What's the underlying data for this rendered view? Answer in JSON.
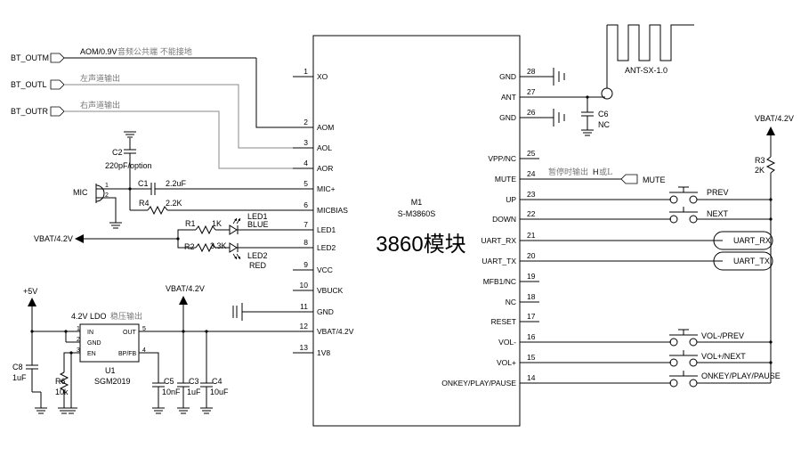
{
  "ports": {
    "bt_outm": "BT_OUTM",
    "bt_outl": "BT_OUTL",
    "bt_outr": "BT_OUTR",
    "mute": "MUTE",
    "prev": "PREV",
    "next": "NEXT",
    "uart_rx": "UART_RX",
    "uart_tx": "UART_TX",
    "vol_prev": "VOL-/PREV",
    "vol_next": "VOL+/NEXT",
    "onkey": "ONKEY/PLAY/PAUSE"
  },
  "notes": {
    "aom_prefix": "AOM/0.9V",
    "aom_desc": "音频公共端 不能接地",
    "left_out": "左声道输出",
    "right_out": "右声道输出",
    "mute_note_a": "暂停时输出",
    "mute_note_b": "H",
    "mute_note_c": "或L",
    "ldo_title": "4.2V LDO",
    "ldo_desc": "稳压输出"
  },
  "module": {
    "ref": "M1",
    "part": "S-M3860S",
    "title": "3860模块",
    "left_pins": [
      {
        "num": "1",
        "name": "XO"
      },
      {
        "num": "2",
        "name": "AOM"
      },
      {
        "num": "3",
        "name": "AOL"
      },
      {
        "num": "4",
        "name": "AOR"
      },
      {
        "num": "5",
        "name": "MIC+"
      },
      {
        "num": "6",
        "name": "MICBIAS"
      },
      {
        "num": "7",
        "name": "LED1"
      },
      {
        "num": "8",
        "name": "LED2"
      },
      {
        "num": "9",
        "name": "VCC"
      },
      {
        "num": "10",
        "name": "VBUCK"
      },
      {
        "num": "11",
        "name": "GND"
      },
      {
        "num": "12",
        "name": "VBAT/4.2V"
      },
      {
        "num": "13",
        "name": "1V8"
      }
    ],
    "right_pins": [
      {
        "num": "28",
        "name": "GND"
      },
      {
        "num": "27",
        "name": "ANT"
      },
      {
        "num": "26",
        "name": "GND"
      },
      {
        "num": "25",
        "name": "VPP/NC"
      },
      {
        "num": "24",
        "name": "MUTE"
      },
      {
        "num": "23",
        "name": "UP"
      },
      {
        "num": "22",
        "name": "DOWN"
      },
      {
        "num": "21",
        "name": "UART_RX"
      },
      {
        "num": "20",
        "name": "UART_TX"
      },
      {
        "num": "19",
        "name": "MFB1/NC"
      },
      {
        "num": "18",
        "name": "NC"
      },
      {
        "num": "17",
        "name": "RESET"
      },
      {
        "num": "16",
        "name": "VOL-"
      },
      {
        "num": "15",
        "name": "VOL+"
      },
      {
        "num": "14",
        "name": "ONKEY/PLAY/PAUSE"
      }
    ]
  },
  "components": {
    "c2_ref": "C2",
    "c2_val": "220pF/option",
    "mic_label": "MIC",
    "mic_pin1": "1",
    "mic_pin2": "2",
    "c1_ref": "C1",
    "c1_val": "2.2uF",
    "r4_ref": "R4",
    "r4_val": "2.2K",
    "r1_ref": "R1",
    "r1_val": "1K",
    "r2_ref": "R2",
    "r2_val": "3.3K",
    "led1_ref": "LED1",
    "led1_color": "BLUE",
    "led2_ref": "LED2",
    "led2_color": "RED",
    "vbat_left": "VBAT/4.2V",
    "plus5v": "+5V",
    "vbat_mid": "VBAT/4.2V",
    "vbat_right": "VBAT/4.2V",
    "r3_ref": "R3",
    "r3_val": "2K",
    "ant_label": "ANT-SX-1.0",
    "c6_ref": "C6",
    "c6_val": "NC",
    "u1_ref": "U1",
    "u1_part": "SGM2019",
    "u1_in": "IN",
    "u1_gnd": "GND",
    "u1_en": "EN",
    "u1_out": "OUT",
    "u1_bp": "BP/FB",
    "u1_p1": "1",
    "u1_p2": "2",
    "u1_p3": "3",
    "u1_p4": "4",
    "u1_p5": "5",
    "c8_ref": "C8",
    "c8_val": "1uF",
    "r6_ref": "R6",
    "r6_val": "10k",
    "c5_ref": "C5",
    "c5_val": "10nF",
    "c3_ref": "C3",
    "c3_val": "1uF",
    "c4_ref": "C4",
    "c4_val": "10uF"
  }
}
